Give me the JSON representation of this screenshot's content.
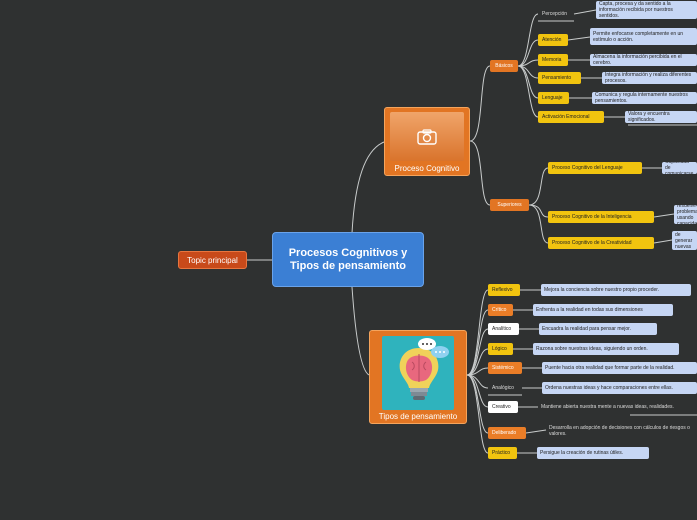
{
  "central": {
    "title": "Procesos Cognitivos y Tipos de pensamiento"
  },
  "topic": {
    "label": "Topic principal"
  },
  "proceso": {
    "label": "Proceso Cognitivo",
    "basicos": {
      "label": "Básicos",
      "items": [
        {
          "label": "Percepción",
          "desc": "Capta, procesa y da sentido a la información recibida por nuestros sentidos."
        },
        {
          "label": "Atención",
          "desc": "Permite enfocarse completamente en un estímulo o acción."
        },
        {
          "label": "Memoria",
          "desc": "Almacena la información percibida en el cerebro."
        },
        {
          "label": "Pensamiento",
          "desc": "Integra información y realiza diferentes procesos."
        },
        {
          "label": "Lenguaje",
          "desc": "Comunica y regula internamente nuestros pensamientos."
        },
        {
          "label": "Activación Emocional",
          "desc": "Valora y encuentra significados."
        }
      ]
    },
    "superiores": {
      "label": "Superiores",
      "items": [
        {
          "label": "Proceso Cognitivo del Lenguaje",
          "desc": "Capacidad de comunicarse."
        },
        {
          "label": "Proceso Cognitivo de la Inteligencia",
          "desc": "Analiza y resuelve problemas usando capacidades cognitivas."
        },
        {
          "label": "Proceso Cognitivo de la Creatividad",
          "desc": "Capacidad de generar nuevas ideas."
        }
      ]
    }
  },
  "tipos": {
    "label": "Tipos de pensamiento",
    "items": [
      {
        "label": "Reflexivo",
        "desc": "Mejora la conciencia sobre nuestro propio proceder."
      },
      {
        "label": "Crítico",
        "desc": "Enfrenta a la realidad en todas sus dimensiones"
      },
      {
        "label": "Analítico",
        "desc": "Encuadra la realidad para pensar mejor."
      },
      {
        "label": "Lógico",
        "desc": "Razona sobre nuestras ideas, siguiendo un orden."
      },
      {
        "label": "Sistémico",
        "desc": "Puente hacia otra realidad que formar parte de la realidad."
      },
      {
        "label": "Analógico",
        "desc": "Ordena nuestras ideas y hace comparaciones entre ellas."
      },
      {
        "label": "Creativo",
        "desc": "Mantiene abierta nuestra mente a nuevas ideas, realidades."
      },
      {
        "label": "Deliberado",
        "desc": "Desarrolla en adopción de decisiones con cálculos de riesgos o valores."
      },
      {
        "label": "Práctico",
        "desc": "Persigue la creación de rutinas útiles."
      }
    ]
  },
  "icons": {
    "photo": "camera-icon",
    "brain": "brain-lightbulb-icon"
  },
  "colors": {
    "background": "#2f3131",
    "central": "#3b7fd4",
    "branch": "#e27523",
    "highlight": "#f1c40f",
    "description": "#c6d6f4",
    "topic": "#c84a1a"
  }
}
